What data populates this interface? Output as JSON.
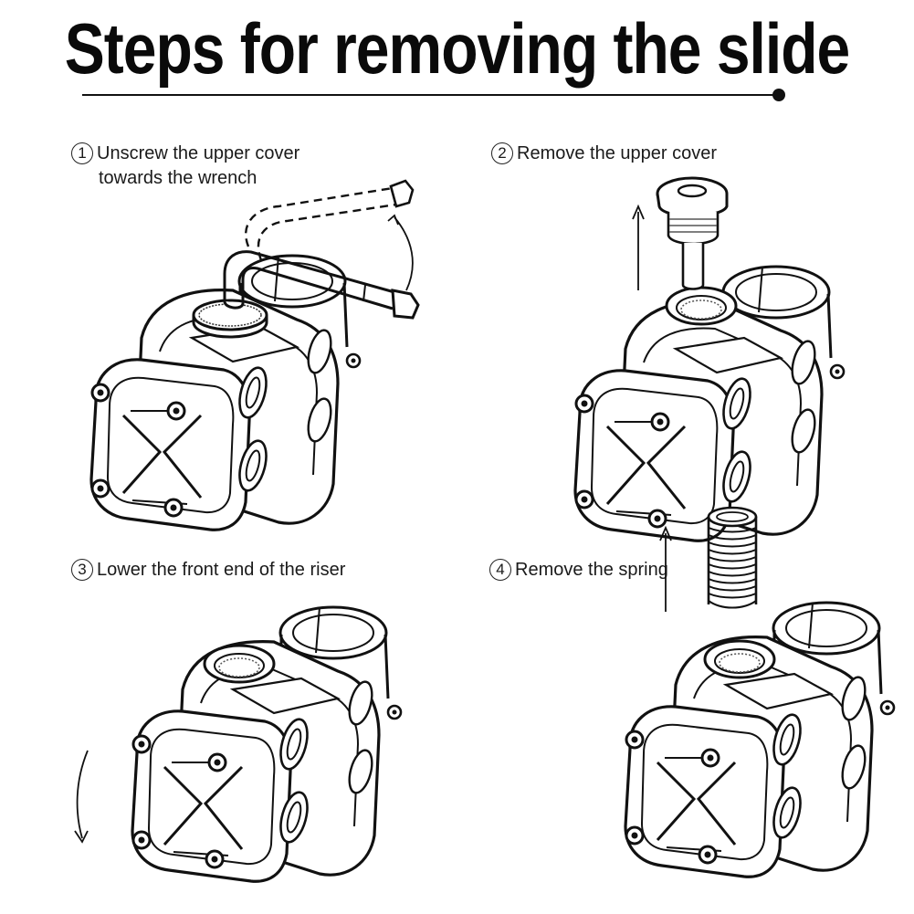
{
  "title": "Steps for removing the slide",
  "steps": [
    {
      "num": "1",
      "line1": "Unscrew the upper cover",
      "line2": "towards the wrench"
    },
    {
      "num": "2",
      "line1": "Remove the upper cover"
    },
    {
      "num": "3",
      "line1": "Lower the front end of the riser"
    },
    {
      "num": "4",
      "line1": "Remove the spring"
    }
  ],
  "icons": [
    "hex-wrench-icon",
    "upper-cover-icon",
    "spring-icon",
    "bike-stem-icon",
    "arrow-up-icon",
    "curved-arrow-icon"
  ]
}
